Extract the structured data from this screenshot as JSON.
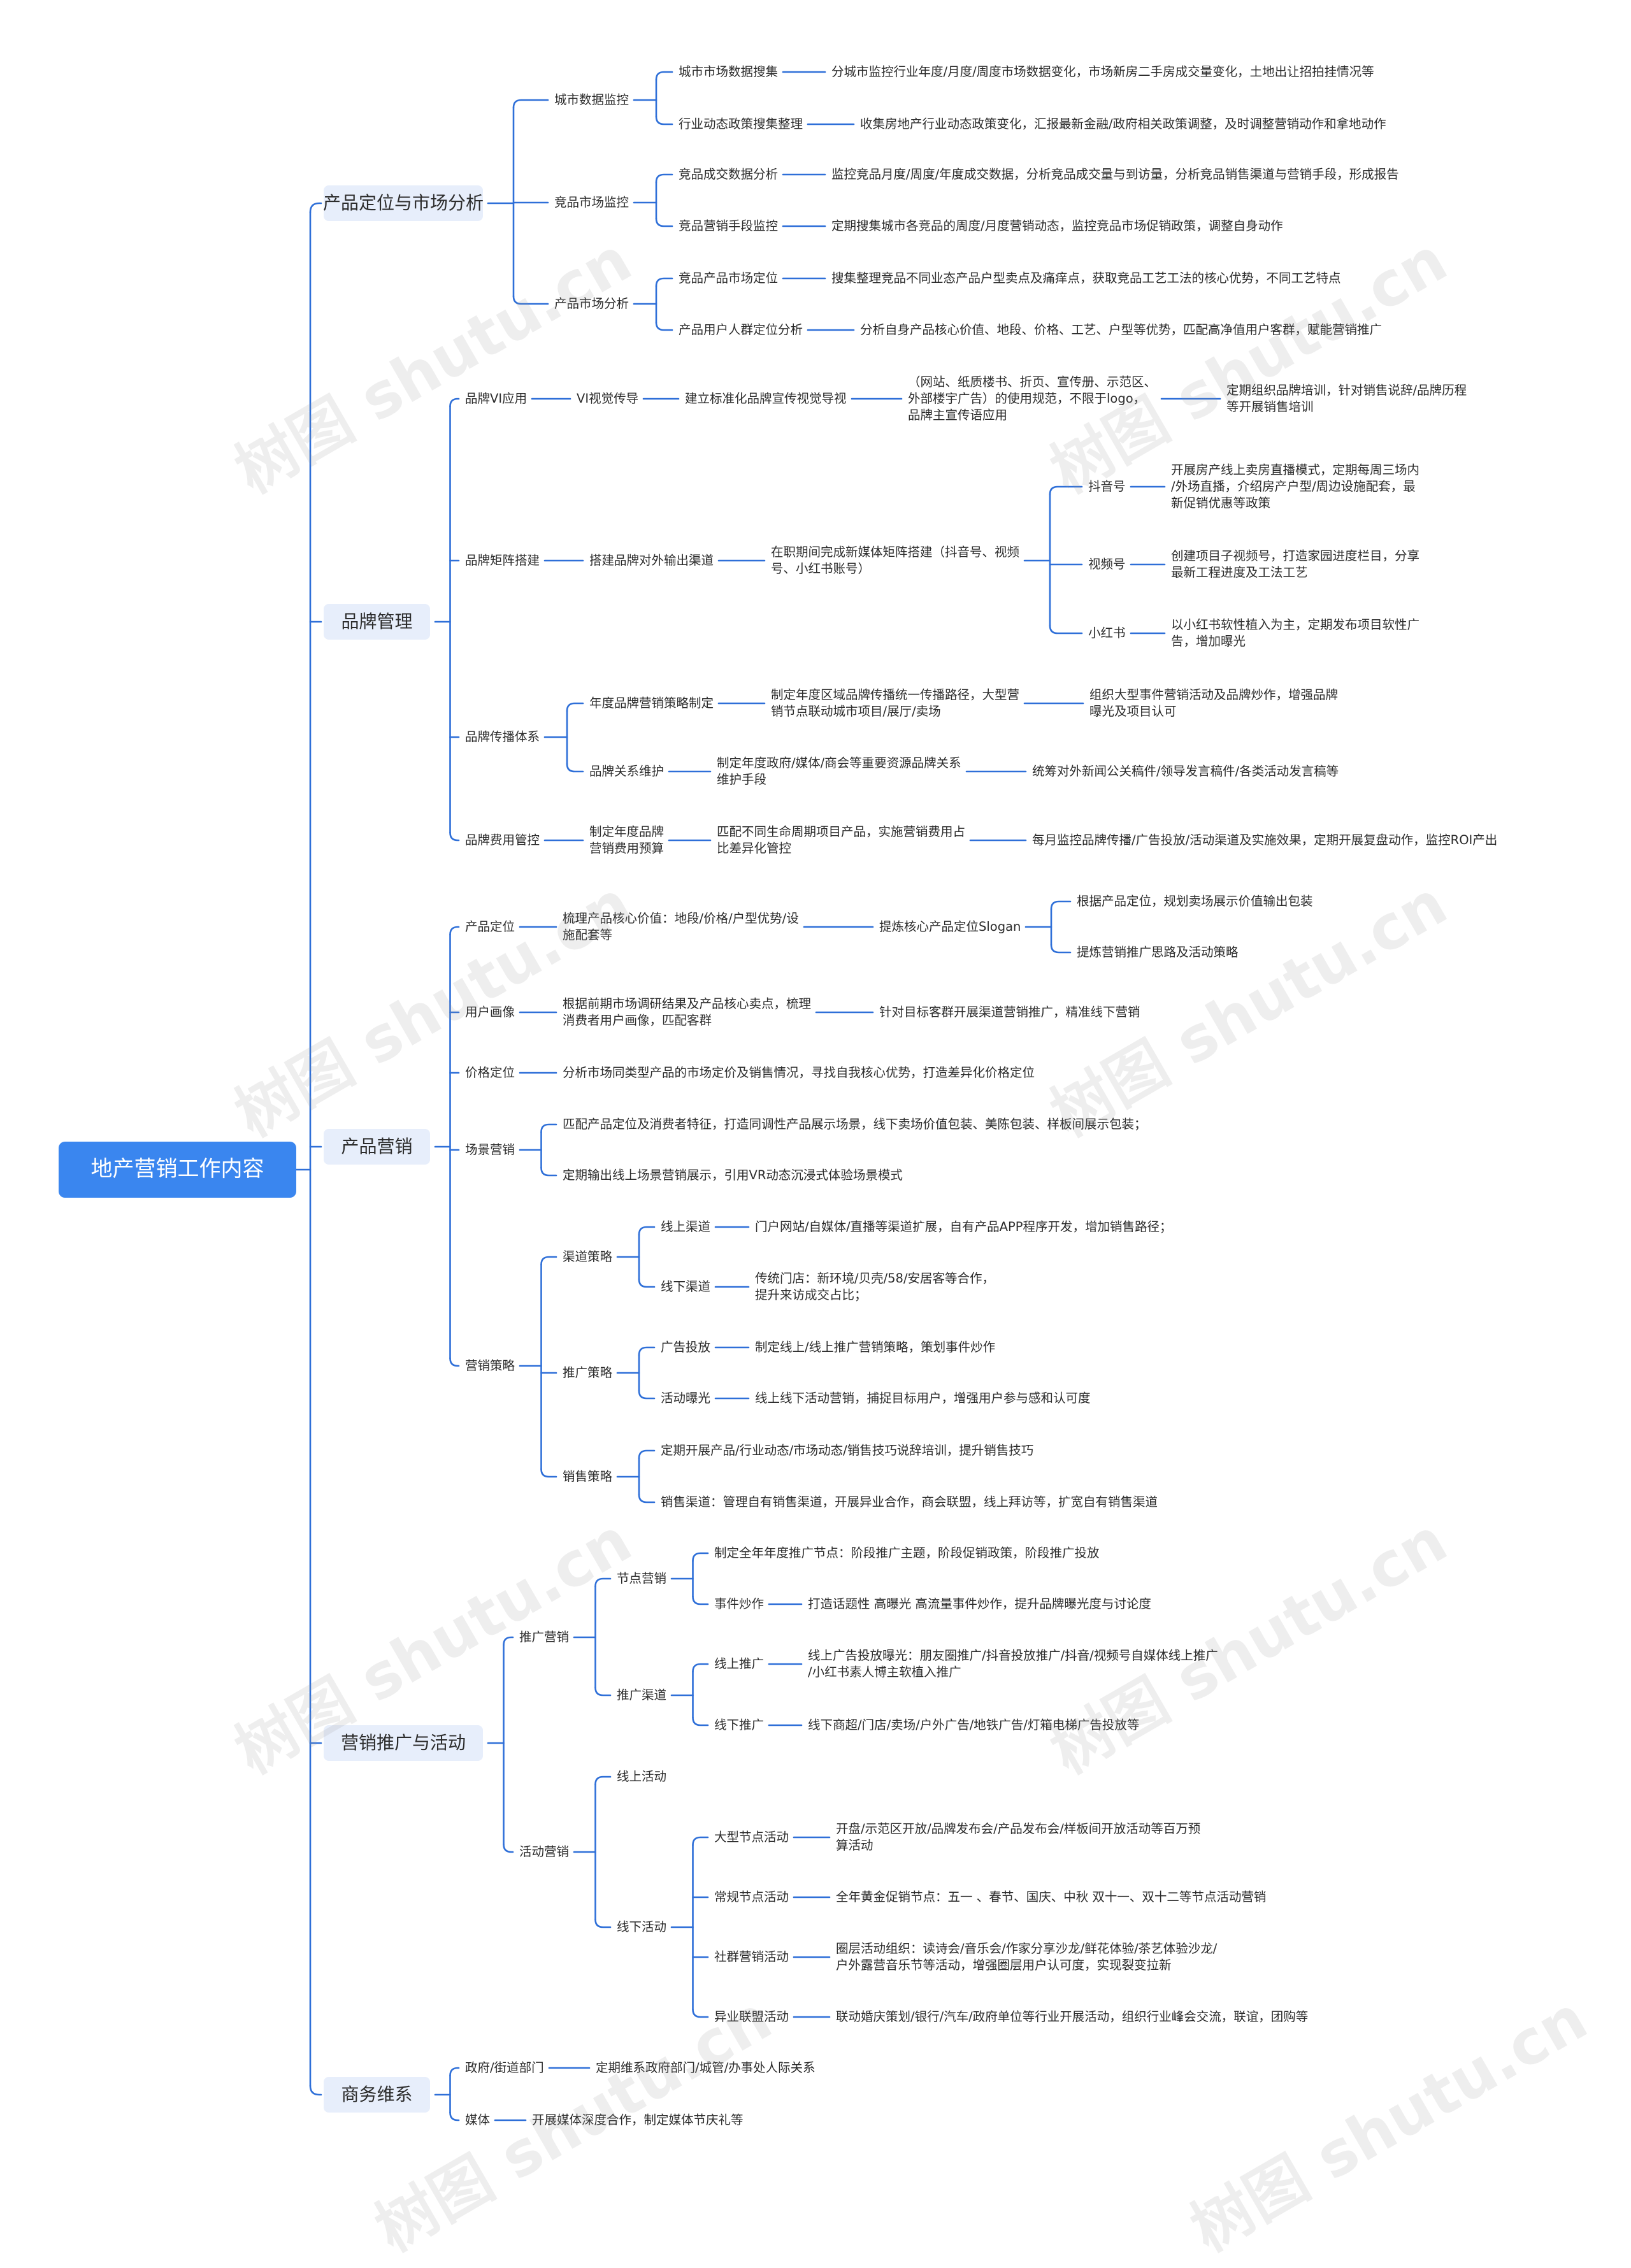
{
  "title": "地产营销工作内容",
  "watermark_text": "树图 shutu.cn",
  "colors": {
    "root": "#3a86ef",
    "branch_bg": "#e7eefb",
    "line": "#2e6fd8"
  },
  "tree": {
    "text": "地产营销工作内容",
    "children": [
      {
        "text": "产品定位与市场分析",
        "children": [
          {
            "text": "城市数据监控",
            "children": [
              {
                "text": "城市市场数据搜集",
                "children": [
                  {
                    "text": "分城市监控行业年度/月度/周度市场数据变化，市场新房二手房成交量变化，土地出让招拍挂情况等"
                  }
                ]
              },
              {
                "text": "行业动态政策搜集整理",
                "children": [
                  {
                    "text": "收集房地产行业动态政策变化，汇报最新金融/政府相关政策调整，及时调整营销动作和拿地动作"
                  }
                ]
              }
            ]
          },
          {
            "text": "竞品市场监控",
            "children": [
              {
                "text": "竞品成交数据分析",
                "children": [
                  {
                    "text": "监控竞品月度/周度/年度成交数据，分析竞品成交量与到访量，分析竞品销售渠道与营销手段，形成报告"
                  }
                ]
              },
              {
                "text": "竞品营销手段监控",
                "children": [
                  {
                    "text": "定期搜集城市各竞品的周度/月度营销动态，监控竞品市场促销政策，调整自身动作"
                  }
                ]
              }
            ]
          },
          {
            "text": "产品市场分析",
            "children": [
              {
                "text": "竞品产品市场定位",
                "children": [
                  {
                    "text": "搜集整理竞品不同业态产品户型卖点及痛痒点，获取竞品工艺工法的核心优势，不同工艺特点"
                  }
                ]
              },
              {
                "text": "产品用户人群定位分析",
                "children": [
                  {
                    "text": "分析自身产品核心价值、地段、价格、工艺、户型等优势，匹配高净值用户客群，赋能营销推广"
                  }
                ]
              }
            ]
          }
        ]
      },
      {
        "text": "品牌管理",
        "children": [
          {
            "text": "品牌VI应用",
            "children": [
              {
                "text": "VI视觉传导",
                "children": [
                  {
                    "text": "建立标准化品牌宣传视觉导视",
                    "children": [
                      {
                        "text": "（网站、纸质楼书、折页、宣传册、示范区、\n外部楼宇广告）的使用规范，不限于logo，\n品牌主宣传语应用",
                        "children": [
                          {
                            "text": "定期组织品牌培训，针对销售说辞/品牌历程\n等开展销售培训"
                          }
                        ]
                      }
                    ]
                  }
                ]
              }
            ]
          },
          {
            "text": "品牌矩阵搭建",
            "children": [
              {
                "text": "搭建品牌对外输出渠道",
                "children": [
                  {
                    "text": "在职期间完成新媒体矩阵搭建（抖音号、视频\n号、小红书账号）",
                    "children": [
                      {
                        "text": "抖音号",
                        "children": [
                          {
                            "text": "开展房产线上卖房直播模式，定期每周三场内\n/外场直播，介绍房产户型/周边设施配套，最\n新促销优惠等政策"
                          }
                        ]
                      },
                      {
                        "text": "视频号",
                        "children": [
                          {
                            "text": "创建项目子视频号，打造家园进度栏目，分享\n最新工程进度及工法工艺"
                          }
                        ]
                      },
                      {
                        "text": "小红书",
                        "children": [
                          {
                            "text": "以小红书软性植入为主，定期发布项目软性广\n告，增加曝光"
                          }
                        ]
                      }
                    ]
                  }
                ]
              }
            ]
          },
          {
            "text": "品牌传播体系",
            "children": [
              {
                "text": "年度品牌营销策略制定",
                "children": [
                  {
                    "text": "制定年度区域品牌传播统一传播路径，大型营\n销节点联动城市项目/展厅/卖场",
                    "children": [
                      {
                        "text": "组织大型事件营销活动及品牌炒作，增强品牌\n曝光及项目认可"
                      }
                    ]
                  }
                ]
              },
              {
                "text": "品牌关系维护",
                "children": [
                  {
                    "text": "制定年度政府/媒体/商会等重要资源品牌关系\n维护手段",
                    "children": [
                      {
                        "text": "统筹对外新闻公关稿件/领导发言稿件/各类活动发言稿等"
                      }
                    ]
                  }
                ]
              }
            ]
          },
          {
            "text": "品牌费用管控",
            "children": [
              {
                "text": "制定年度品牌\n营销费用预算",
                "children": [
                  {
                    "text": "匹配不同生命周期项目产品，实施营销费用占\n比差异化管控",
                    "children": [
                      {
                        "text": "每月监控品牌传播/广告投放/活动渠道及实施效果，定期开展复盘动作，监控ROI产出"
                      }
                    ]
                  }
                ]
              }
            ]
          }
        ]
      },
      {
        "text": "产品营销",
        "children": [
          {
            "text": "产品定位",
            "children": [
              {
                "text": "梳理产品核心价值：地段/价格/户型优势/设\n施配套等",
                "children": [
                  {
                    "text": "提炼核心产品定位Slogan",
                    "children": [
                      {
                        "text": "根据产品定位，规划卖场展示价值输出包装"
                      },
                      {
                        "text": "提炼营销推广思路及活动策略"
                      }
                    ]
                  }
                ]
              }
            ]
          },
          {
            "text": "用户画像",
            "children": [
              {
                "text": "根据前期市场调研结果及产品核心卖点，梳理\n消费者用户画像，匹配客群",
                "children": [
                  {
                    "text": "针对目标客群开展渠道营销推广，精准线下营销"
                  }
                ]
              }
            ]
          },
          {
            "text": "价格定位",
            "children": [
              {
                "text": "分析市场同类型产品的市场定价及销售情况，寻找自我核心优势，打造差异化价格定位"
              }
            ]
          },
          {
            "text": "场景营销",
            "children": [
              {
                "text": "匹配产品定位及消费者特征，打造同调性产品展示场景，线下卖场价值包装、美陈包装、样板间展示包装；"
              },
              {
                "text": "定期输出线上场景营销展示，引用VR动态沉浸式体验场景模式"
              }
            ]
          },
          {
            "text": "营销策略",
            "children": [
              {
                "text": "渠道策略",
                "children": [
                  {
                    "text": "线上渠道",
                    "children": [
                      {
                        "text": "门户网站/自媒体/直播等渠道扩展，自有产品APP程序开发，增加销售路径；"
                      }
                    ]
                  },
                  {
                    "text": "线下渠道",
                    "children": [
                      {
                        "text": "传统门店：新环境/贝壳/58/安居客等合作，\n提升来访成交占比；"
                      }
                    ]
                  }
                ]
              },
              {
                "text": "推广策略",
                "children": [
                  {
                    "text": "广告投放",
                    "children": [
                      {
                        "text": "制定线上/线上推广营销策略，策划事件炒作"
                      }
                    ]
                  },
                  {
                    "text": "活动曝光",
                    "children": [
                      {
                        "text": "线上线下活动营销，捕捉目标用户，增强用户参与感和认可度"
                      }
                    ]
                  }
                ]
              },
              {
                "text": "销售策略",
                "children": [
                  {
                    "text": "定期开展产品/行业动态/市场动态/销售技巧说辞培训，提升销售技巧"
                  },
                  {
                    "text": "销售渠道：管理自有销售渠道，开展异业合作，商会联盟，线上拜访等，扩宽自有销售渠道"
                  }
                ]
              }
            ]
          }
        ]
      },
      {
        "text": "营销推广与活动",
        "children": [
          {
            "text": "推广营销",
            "children": [
              {
                "text": "节点营销",
                "children": [
                  {
                    "text": "制定全年年度推广节点：阶段推广主题，阶段促销政策，阶段推广投放"
                  },
                  {
                    "text": "事件炒作",
                    "children": [
                      {
                        "text": "打造话题性 高曝光 高流量事件炒作，提升品牌曝光度与讨论度"
                      }
                    ]
                  }
                ]
              },
              {
                "text": "推广渠道",
                "children": [
                  {
                    "text": "线上推广",
                    "children": [
                      {
                        "text": "线上广告投放曝光：朋友圈推广/抖音投放推广/抖音/视频号自媒体线上推广\n/小红书素人博主软植入推广"
                      }
                    ]
                  },
                  {
                    "text": "线下推广",
                    "children": [
                      {
                        "text": "线下商超/门店/卖场/户外广告/地铁广告/灯箱电梯广告投放等"
                      }
                    ]
                  }
                ]
              }
            ]
          },
          {
            "text": "活动营销",
            "children": [
              {
                "text": "线上活动"
              },
              {
                "text": "线下活动",
                "children": [
                  {
                    "text": "大型节点活动",
                    "children": [
                      {
                        "text": "开盘/示范区开放/品牌发布会/产品发布会/样板间开放活动等百万预\n算活动"
                      }
                    ]
                  },
                  {
                    "text": "常规节点活动",
                    "children": [
                      {
                        "text": "全年黄金促销节点：五一 、春节、国庆、中秋 双十一、双十二等节点活动营销"
                      }
                    ]
                  },
                  {
                    "text": "社群营销活动",
                    "children": [
                      {
                        "text": "圈层活动组织：读诗会/音乐会/作家分享沙龙/鲜花体验/茶艺体验沙龙/\n户外露营音乐节等活动，增强圈层用户认可度，实现裂变拉新"
                      }
                    ]
                  },
                  {
                    "text": "异业联盟活动",
                    "children": [
                      {
                        "text": "联动婚庆策划/银行/汽车/政府单位等行业开展活动，组织行业峰会交流，联谊，团购等"
                      }
                    ]
                  }
                ]
              }
            ]
          }
        ]
      },
      {
        "text": "商务维系",
        "children": [
          {
            "text": "政府/街道部门",
            "children": [
              {
                "text": "定期维系政府部门/城管/办事处人际关系"
              }
            ]
          },
          {
            "text": "媒体",
            "children": [
              {
                "text": "开展媒体深度合作，制定媒体节庆礼等"
              }
            ]
          }
        ]
      }
    ]
  }
}
